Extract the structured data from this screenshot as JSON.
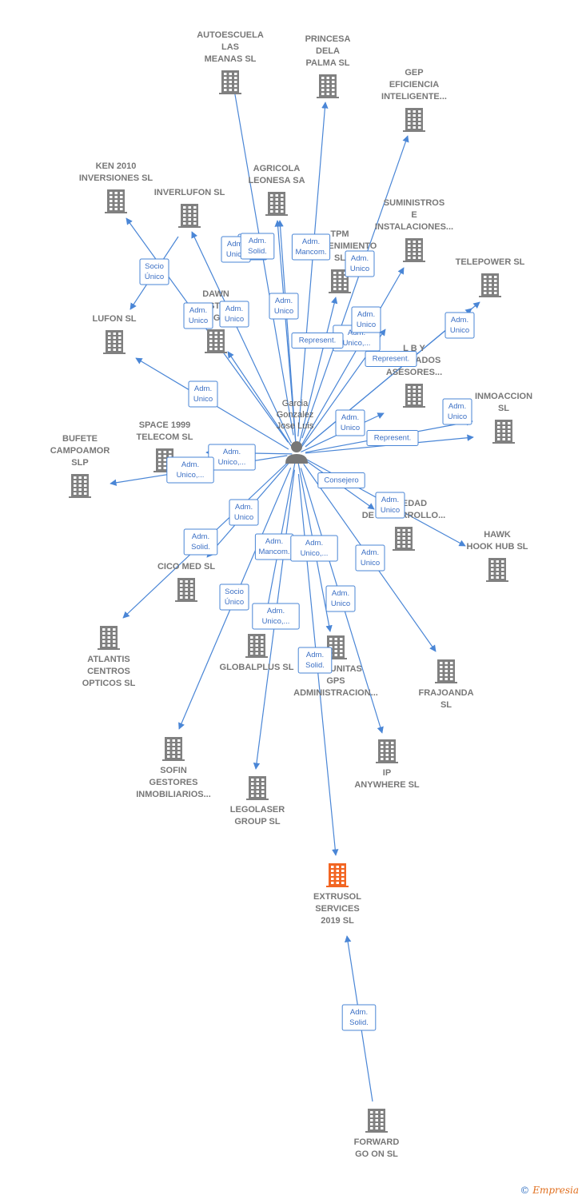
{
  "colors": {
    "edge": "#4a86d6",
    "company": "#808080",
    "highlight": "#f26522",
    "person": "#777777",
    "label": "#777777"
  },
  "center": {
    "label": [
      "Garcia",
      "Gonzalez",
      "Jose Luis"
    ],
    "icon": "person-icon"
  },
  "companies": [
    {
      "id": "autoescuela",
      "label": [
        "AUTOESCUELA",
        "LAS",
        "MEANAS  SL"
      ]
    },
    {
      "id": "princesa",
      "label": [
        "PRINCESA",
        "DELA",
        "PALMA  SL"
      ]
    },
    {
      "id": "gep",
      "label": [
        "GEP",
        "EFICIENCIA",
        "INTELIGENTE..."
      ]
    },
    {
      "id": "ken2010",
      "label": [
        "KEN 2010",
        "INVERSIONES SL"
      ]
    },
    {
      "id": "inverlufon",
      "label": [
        "INVERLUFON SL"
      ]
    },
    {
      "id": "agricola",
      "label": [
        "AGRICOLA",
        "LEONESA SA"
      ]
    },
    {
      "id": "suministros",
      "label": [
        "SUMINISTROS",
        "E",
        "INSTALACIONES..."
      ]
    },
    {
      "id": "tpm",
      "label": [
        "TPM",
        "MANTENIMIENTO",
        "SL"
      ]
    },
    {
      "id": "telepower",
      "label": [
        "TELEPOWER SL"
      ]
    },
    {
      "id": "dawn",
      "label": [
        "DAWN",
        "GESTION",
        "INTEGRAL"
      ]
    },
    {
      "id": "lufon",
      "label": [
        "LUFON SL"
      ]
    },
    {
      "id": "lby",
      "label": [
        "L B Y",
        "ASOCIADOS",
        "ASESORES..."
      ]
    },
    {
      "id": "inmoaccion",
      "label": [
        "INMOACCION",
        "SL"
      ]
    },
    {
      "id": "space1999",
      "label": [
        "SPACE 1999",
        "TELECOM  SL"
      ]
    },
    {
      "id": "bufete",
      "label": [
        "BUFETE",
        "CAMPOAMOR",
        "SLP"
      ]
    },
    {
      "id": "sociedad",
      "label": [
        "SOCIEDAD",
        "DE DESARROLLO..."
      ]
    },
    {
      "id": "hawk",
      "label": [
        "HAWK",
        "HOOK HUB  SL"
      ]
    },
    {
      "id": "cicomed",
      "label": [
        "CICO MED  SL"
      ]
    },
    {
      "id": "atlantis",
      "label": [
        "ATLANTIS",
        "CENTROS",
        "OPTICOS  SL"
      ]
    },
    {
      "id": "globalplus",
      "label": [
        "GLOBALPLUS SL"
      ]
    },
    {
      "id": "comunitas",
      "label": [
        "COMUNITAS",
        "GPS",
        "ADMINISTRACION..."
      ]
    },
    {
      "id": "frajoanda",
      "label": [
        "FRAJOANDA",
        "SL"
      ]
    },
    {
      "id": "sofin",
      "label": [
        "SOFIN",
        "GESTORES",
        "INMOBILIARIOS..."
      ]
    },
    {
      "id": "ip",
      "label": [
        "IP",
        "ANYWHERE  SL"
      ]
    },
    {
      "id": "legolaser",
      "label": [
        "LEGOLASER",
        "GROUP  SL"
      ]
    },
    {
      "id": "extrusol",
      "label": [
        "EXTRUSOL",
        "SERVICES",
        "2019  SL"
      ],
      "highlight": true
    },
    {
      "id": "forward",
      "label": [
        "FORWARD",
        "GO ON  SL"
      ]
    }
  ],
  "relations": [
    {
      "from": "center",
      "to": "autoescuela",
      "label": [
        "Adm.",
        "Unico"
      ]
    },
    {
      "from": "center",
      "to": "princesa",
      "label": [
        "Adm.",
        "Mancom."
      ]
    },
    {
      "from": "center",
      "to": "gep",
      "label": [
        "Adm.",
        "Unico"
      ]
    },
    {
      "from": "center",
      "to": "ken2010",
      "label": [
        "Adm.",
        "Unico"
      ]
    },
    {
      "from": "center",
      "to": "inverlufon",
      "label": [
        "Adm.",
        "Unico"
      ]
    },
    {
      "from": "center",
      "to": "agricola",
      "label": [
        "Adm.",
        "Solid."
      ]
    },
    {
      "from": "center",
      "to": "suministros",
      "label": [
        "Adm.",
        "Unico,..."
      ]
    },
    {
      "from": "center",
      "to": "tpm",
      "label": [
        "Represent."
      ]
    },
    {
      "from": "center",
      "to": "telepower",
      "label": [
        "Adm.",
        "Unico"
      ]
    },
    {
      "from": "center",
      "to": "dawn",
      "label": [
        "Adm.",
        "Unico"
      ]
    },
    {
      "from": "center",
      "to": "lufon",
      "label": [
        "Adm.",
        "Unico"
      ]
    },
    {
      "from": "center",
      "to": "lby",
      "label": [
        "Adm.",
        "Unico"
      ]
    },
    {
      "from": "center",
      "to": "inmoaccion",
      "label": [
        "Represent."
      ]
    },
    {
      "from": "center",
      "to": "space1999",
      "label": [
        "Adm.",
        "Unico,..."
      ]
    },
    {
      "from": "center",
      "to": "bufete",
      "label": [
        "Adm.",
        "Unico,..."
      ]
    },
    {
      "from": "center",
      "to": "sociedad",
      "label": [
        "Consejero"
      ]
    },
    {
      "from": "center",
      "to": "hawk",
      "label": [
        "Adm.",
        "Unico"
      ]
    },
    {
      "from": "center",
      "to": "cicomed",
      "label": [
        "Adm.",
        "Unico"
      ]
    },
    {
      "from": "center",
      "to": "atlantis",
      "label": [
        "Adm.",
        "Solid."
      ]
    },
    {
      "from": "center",
      "to": "globalplus",
      "label": [
        "Adm.",
        "Mancom."
      ]
    },
    {
      "from": "center",
      "to": "comunitas",
      "label": [
        "Adm.",
        "Unico,..."
      ]
    },
    {
      "from": "center",
      "to": "frajoanda",
      "label": [
        "Adm.",
        "Unico"
      ]
    },
    {
      "from": "center",
      "to": "sofin",
      "label": [
        "Socio",
        "Único"
      ]
    },
    {
      "from": "center",
      "to": "ip",
      "label": [
        "Adm.",
        "Unico"
      ]
    },
    {
      "from": "center",
      "to": "legolaser",
      "label": [
        "Adm.",
        "Unico,..."
      ]
    },
    {
      "from": "center",
      "to": "extrusol",
      "label": [
        "Adm.",
        "Solid."
      ]
    },
    {
      "from": "forward",
      "to": "extrusol",
      "label": [
        "Adm.",
        "Solid."
      ]
    },
    {
      "from": "ken2010",
      "to": "lufon",
      "label": [
        "Socio",
        "Único"
      ]
    },
    {
      "from": "center",
      "to": "agricola",
      "label": [
        "Adm.",
        "Unico"
      ]
    },
    {
      "from": "center",
      "to": "lby",
      "label": [
        "Adm.",
        "Unico"
      ]
    },
    {
      "from": "center",
      "to": "telepower",
      "label": [
        "Represent."
      ]
    },
    {
      "from": "center",
      "to": "inmoaccion",
      "label": [
        "Adm.",
        "Unico"
      ]
    }
  ],
  "footer": {
    "copyright": "©",
    "brand": "Empresia"
  }
}
